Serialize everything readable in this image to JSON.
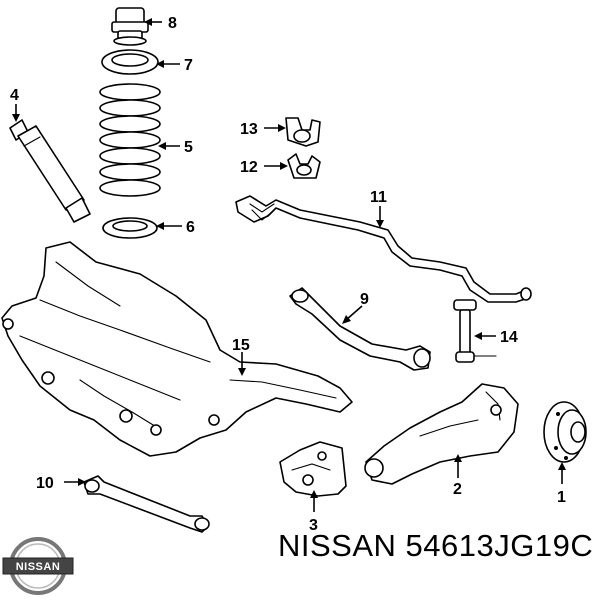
{
  "callouts": [
    "1",
    "2",
    "3",
    "4",
    "5",
    "6",
    "7",
    "8",
    "9",
    "10",
    "11",
    "12",
    "13",
    "14",
    "15"
  ],
  "caption": "NISSAN 54613JG19C",
  "logo_text": "NISSAN"
}
